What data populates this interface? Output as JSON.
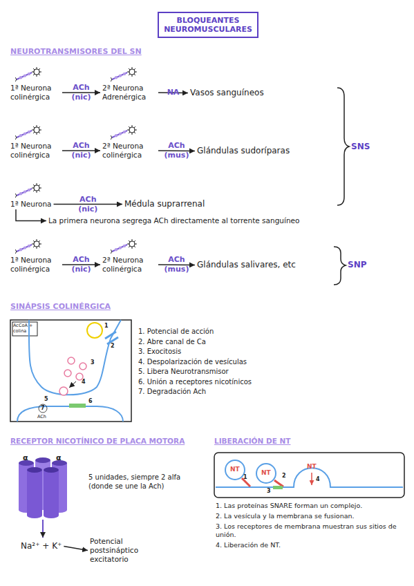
{
  "diagram": {
    "title": "BLOQUEANTES NEUROMUSCULARES",
    "nodes": [
      {
        "text": [
          "1ª Neurona colinérgica"
        ]
      },
      {
        "text": [
          "2ª Neurona Adrenérgica"
        ]
      },
      {
        "text": [
          "Vasos sanguíneos"
        ]
      },
      {
        "text": [
          "1ª Neurona colinérgica"
        ]
      },
      {
        "text": [
          "2ª Neurona colinérgica"
        ]
      },
      {
        "text": [
          "Glándulas sudoríparas"
        ]
      },
      {
        "text": [
          "1ª Neurona"
        ]
      },
      {
        "text": [
          "Médula suprarrenal"
        ]
      },
      {
        "text": [
          "La primera neurona segrega ACh directamente al torrente sanguíneo"
        ]
      },
      {
        "text": [
          "1ª Neurona colinérgica"
        ]
      },
      {
        "text": [
          "2ª Neurona colinérgica"
        ]
      },
      {
        "text": [
          "Glándulas salivares, etc"
        ]
      },
      {
        "text": [
          "Na²⁺ + K⁺"
        ]
      },
      {
        "text": [
          "Potencial postsináptico excitatorio"
        ]
      }
    ],
    "edges": [
      {
        "from": 0,
        "to": 1,
        "label": "ACh (nic)",
        "arrow": "to"
      },
      {
        "from": 1,
        "to": 2,
        "label": "NA",
        "arrow": "to"
      },
      {
        "from": 3,
        "to": 4,
        "label": "ACh (nic)",
        "arrow": "to"
      },
      {
        "from": 4,
        "to": 5,
        "label": "ACh (mus)",
        "arrow": "to"
      },
      {
        "from": 6,
        "to": 7,
        "label": "ACh (nic)",
        "arrow": "to"
      },
      {
        "from": 6,
        "to": 8,
        "arrow": "to"
      },
      {
        "from": 9,
        "to": 10,
        "label": "ACh (nic)",
        "arrow": "to"
      },
      {
        "from": 10,
        "to": 11,
        "label": "ACh (mus)",
        "arrow": "to"
      },
      {
        "from": 12,
        "to": 13,
        "arrow": "to"
      }
    ],
    "labels": [
      "NEUROTRANSMISORES DEL SN",
      "SNS",
      "SNP",
      "SINÁPSIS COLINÉRGICA",
      "AcCoA + colina",
      "1",
      "2",
      "3",
      "4",
      "5",
      "6",
      "7",
      "ACh",
      "1. Potencial de acción",
      "2. Abre canal de Ca",
      "3. Exocitosis",
      "4. Despolarización de vesículas",
      "5. Libera Neurotransmisor",
      "6. Unión a receptores nicotínicos",
      "7. Degradación Ach",
      "RECEPTOR NICOTÍNICO DE PLACA MOTORA",
      "α",
      "α",
      "5 unidades, siempre 2 alfa (donde se une la Ach)",
      "LIBERACIÓN DE NT",
      "NT",
      "NT",
      "NT",
      "1",
      "2",
      "3",
      "4",
      "1. Las proteínas SNARE forman un complejo.",
      "2. La vesícula y la membrana se fusionan.",
      "3. Los receptores de membrana muestran sus sitios de unión.",
      "4. Liberación de NT."
    ]
  }
}
